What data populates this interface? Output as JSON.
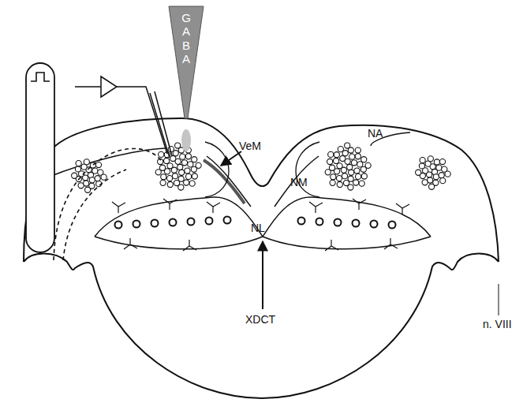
{
  "diagram": {
    "nodes": [
      {
        "text": [
          "GABA"
        ]
      }
    ],
    "labels": [
      "VeM",
      "NM",
      "NA",
      "NL",
      "XDCT",
      "n. VIII"
    ]
  }
}
